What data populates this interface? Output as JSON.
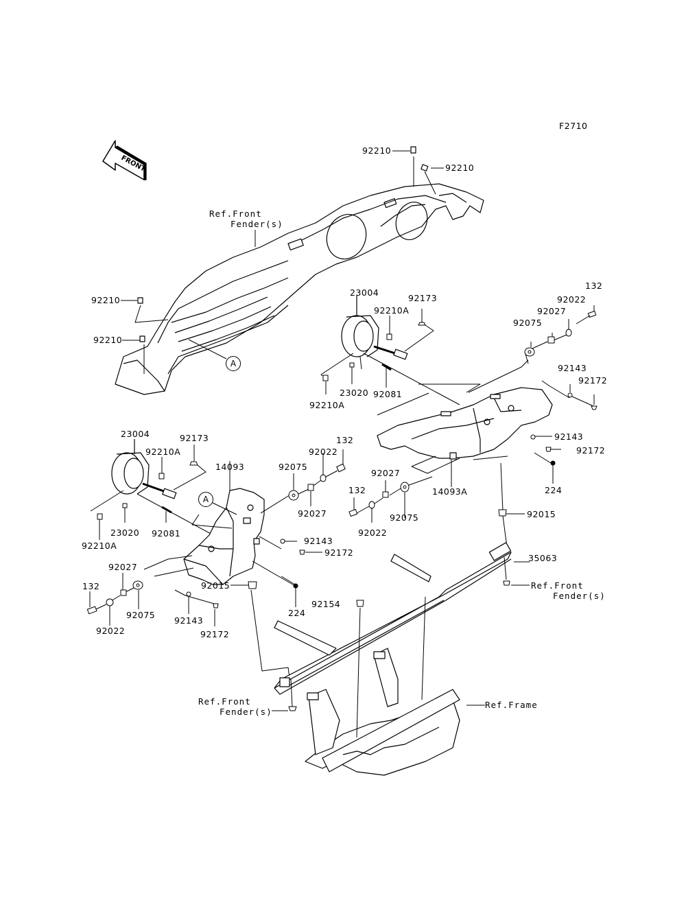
{
  "figure_id": "F2710",
  "orientation_arrow": {
    "label": "FRONT",
    "icon": "front-direction-arrow-icon"
  },
  "callouts": {
    "a_top": "A",
    "a_left": "A"
  },
  "references": {
    "front_fender_top": [
      "Ref.Front",
      "Fender(s)"
    ],
    "front_fender_right": [
      "Ref.Front",
      "Fender(s)"
    ],
    "front_fender_bottom": [
      "Ref.Front",
      "Fender(s)"
    ],
    "frame": "Ref.Frame"
  },
  "parts": {
    "top_clip_1": "92210",
    "top_clip_2": "92210",
    "left_clip_1": "92210",
    "left_clip_2": "92210",
    "r_headlight": "23004",
    "r_clip_a_upper": "92210A",
    "r_clip_a_lower": "92210A",
    "r_clip_92173": "92173",
    "r_nut_23020": "23020",
    "r_spring_92081": "92081",
    "r_bolt_132": "132",
    "r_washer_92022": "92022",
    "r_collar_92027": "92027",
    "r_grommet_92075": "92075",
    "r_collar_92143": "92143",
    "r_screw_92172": "92172",
    "r_bracket_14093A": "14093A",
    "r_collar2_92143": "92143",
    "r_screw2_92172": "92172",
    "r_bolt_224": "224",
    "m_collar_92027": "92027",
    "m_bolt_132": "132",
    "m_washer_92022": "92022",
    "m_grommet_92075": "92075",
    "m_bolt_92015": "92015",
    "bracket_35063": "35063",
    "l_headlight": "23004",
    "l_clip_a_upper": "92210A",
    "l_clip_92173": "92173",
    "l_bracket_14093": "14093",
    "l_grommet_92075": "92075",
    "l_washer_92022": "92022",
    "l_bolt_132": "132",
    "l_collar_92027": "92027",
    "l_clip_a_lower": "92210A",
    "l_nut_23020": "23020",
    "l_spring_92081": "92081",
    "l_collar_92143": "92143",
    "l_screw_92172": "92172",
    "l_bot_collar_92027": "92027",
    "l_bot_bolt_132": "132",
    "l_bot_washer_92022": "92022",
    "l_bot_grommet_92075": "92075",
    "l_bot_collar_92143": "92143",
    "l_bot_screw_92172": "92172",
    "l_bolt_92015": "92015",
    "l_bolt_224": "224",
    "bolt_92154": "92154"
  }
}
